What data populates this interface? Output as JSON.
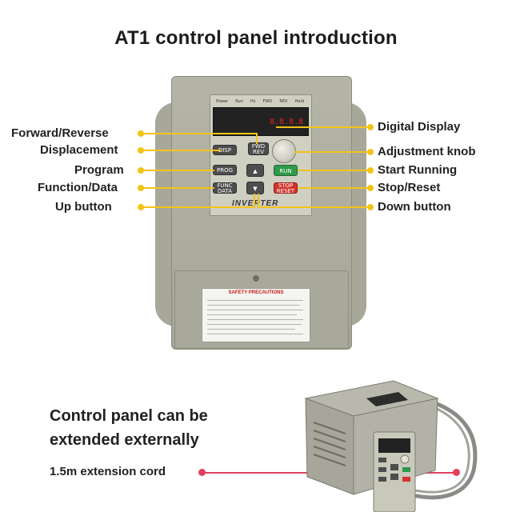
{
  "title": "AT1 control panel introduction",
  "labels_left": [
    "Forward/Reverse",
    "Displacement",
    "Program",
    "Function/Data",
    "Up button"
  ],
  "labels_right": [
    "Digital Display",
    "Adjustment knob",
    "Start Running",
    "Stop/Reset",
    "Down button"
  ],
  "panel": {
    "indicators": [
      "Power",
      "Run",
      "Hz",
      "FWD",
      "REV",
      "Hold"
    ],
    "display_value": "8.8.8.8",
    "brand": "INVERTER",
    "keys": {
      "disp": "DISP",
      "prog": "PROG",
      "func_data": "FUNC DATA",
      "fwd_rev": "FWD REV",
      "run": "RUN",
      "stop_reset": "STOP RESET"
    },
    "safety_heading": "SAFETY PRECAUTIONS"
  },
  "extension_text": "Control panel can be extended externally",
  "cord_label": "1.5m extension cord",
  "colors": {
    "label_dot": "#f2c417",
    "cord_dot": "#e2405f"
  }
}
